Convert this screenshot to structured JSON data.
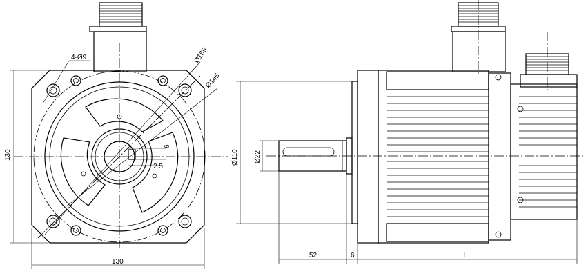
{
  "front_view": {
    "bolt_hole_label": "4-Ø9",
    "pcd_outer_label": "Ø165",
    "pcd_inner_label": "Ø145",
    "height_label": "130",
    "width_label": "130",
    "key_width_label": "6",
    "key_depth_label": "2.5"
  },
  "side_view": {
    "pilot_label": "Ø110",
    "shaft_label": "Ø22",
    "shaft_length_label": "52",
    "flange_thickness_label": "6",
    "body_length_label": "L"
  }
}
